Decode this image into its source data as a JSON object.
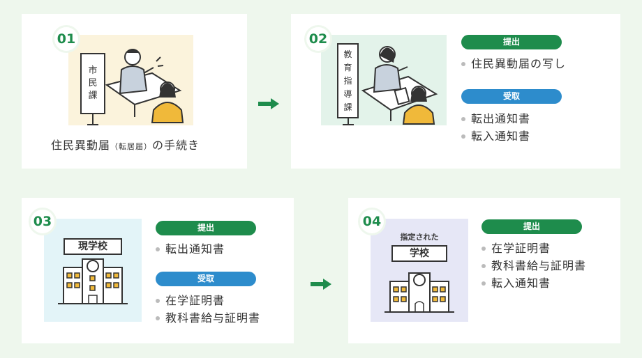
{
  "steps": [
    {
      "number": "01",
      "sign": [
        "市",
        "民",
        "課"
      ],
      "caption_main": "住民異動届",
      "caption_paren": "（転居届）",
      "caption_tail": "の手続き"
    },
    {
      "number": "02",
      "sign": [
        "教",
        "育",
        "指",
        "導",
        "課"
      ],
      "submit_label": "提出",
      "submit_items": [
        "住民異動届の写し"
      ],
      "receive_label": "受取",
      "receive_items": [
        "転出通知書",
        "転入通知書"
      ]
    },
    {
      "number": "03",
      "school_label": "現学校",
      "submit_label": "提出",
      "submit_items": [
        "転出通知書"
      ],
      "receive_label": "受取",
      "receive_items": [
        "在学証明書",
        "教科書給与証明書"
      ]
    },
    {
      "number": "04",
      "school_caption": "指定された",
      "school_label": "学校",
      "submit_label": "提出",
      "submit_items": [
        "在学証明書",
        "教科書給与証明書",
        "転入通知書"
      ]
    }
  ],
  "colors": {
    "accent_green": "#1e8c4c",
    "accent_blue": "#2d8ccc",
    "background": "#eef7ed",
    "illus_yellow": "#fbf3dc",
    "illus_mint": "#e3f3ea",
    "illus_cyan": "#e3f4f8",
    "illus_lavender": "#e6e7f6"
  },
  "icons": [
    "arrow-right-icon",
    "school-building-icon",
    "office-people-icon"
  ]
}
